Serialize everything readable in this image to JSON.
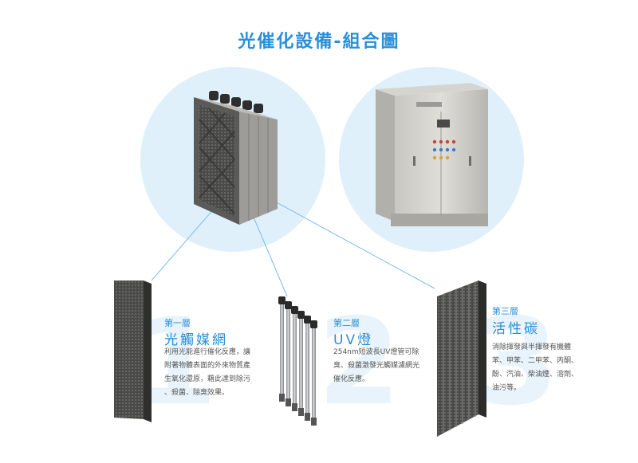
{
  "title": "光催化設備-組合圖",
  "layers": [
    {
      "number": "1",
      "label": "第一層",
      "name": "光觸媒網",
      "desc": [
        "利用光能進行催化反應，讓",
        "附著物體表面的外來物質產",
        "生氧化還原，藉此達到除污",
        "、殺菌、除臭效果。"
      ]
    },
    {
      "number": "2",
      "label": "第二層",
      "name": "UV燈",
      "desc": [
        "254nm短波長UV燈管可除",
        "臭、殺菌激發光觸媒濾網光",
        "催化反應。"
      ]
    },
    {
      "number": "3",
      "label": "第三層",
      "name": "活性碳",
      "desc": [
        "消除揮發與半揮發有機體",
        "苯、甲苯、二甲苯、丙酮、",
        "酚、汽油、柴油煙、溶劑、",
        "油污等。"
      ]
    }
  ],
  "colors": {
    "accent": "#2a8fd8",
    "circle": "#dff0fb",
    "connector": "#7bbde8"
  }
}
